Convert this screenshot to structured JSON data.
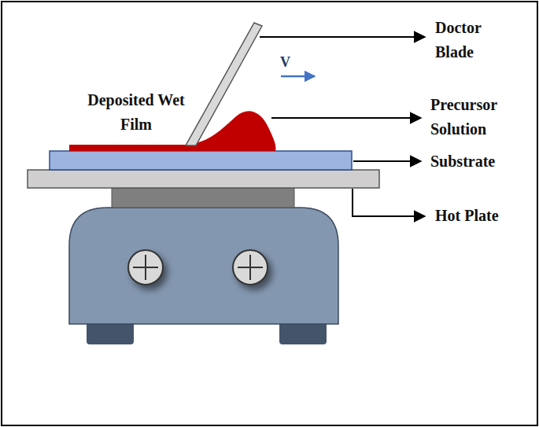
{
  "diagram": {
    "labels": [
      "Doctor Blade",
      "V",
      "Deposited Wet Film",
      "Precursor Solution",
      "Substrate",
      "Hot Plate"
    ]
  }
}
